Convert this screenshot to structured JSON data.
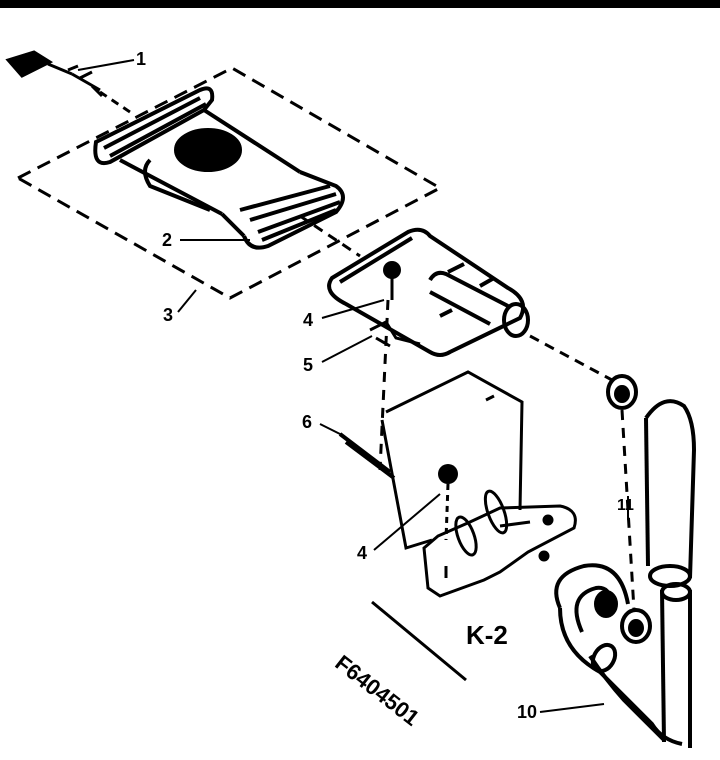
{
  "labels": {
    "p1": "1",
    "p2": "2",
    "p3": "3",
    "p4a": "4",
    "p5": "5",
    "p6": "6",
    "p4b": "4",
    "p11": "11",
    "p10": "10"
  },
  "model": "K-2",
  "part_number": "F6404501"
}
